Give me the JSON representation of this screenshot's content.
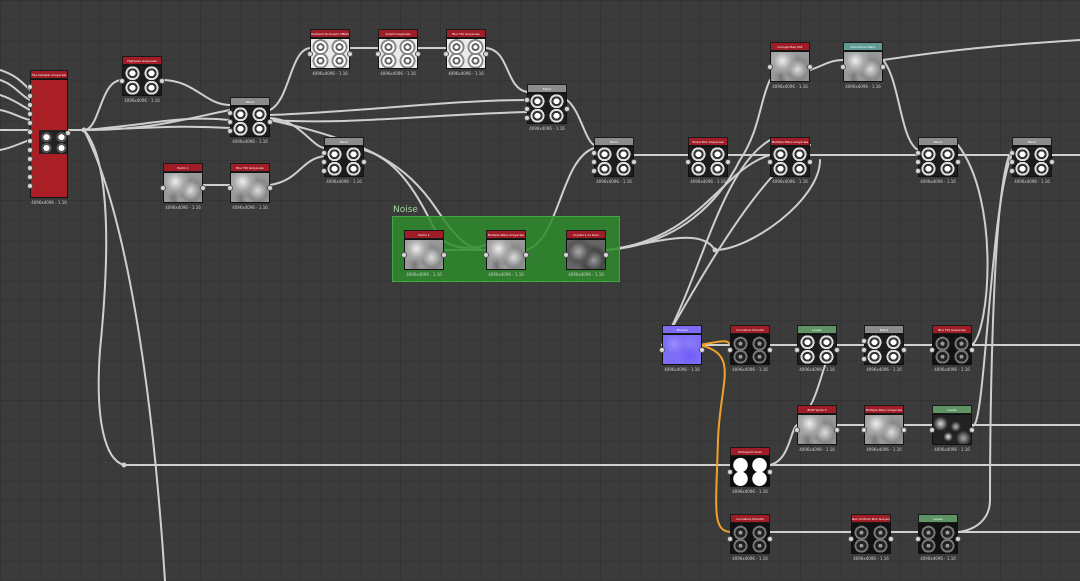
{
  "frame": {
    "title": "Noise"
  },
  "colors": {
    "background": "#3b3b3b",
    "header_red": "#a01d27",
    "header_gray": "#8c8c8c",
    "header_green": "#5e9463",
    "header_teal": "#5f9a93",
    "frame_green": "#2e8c2e",
    "wire": "#cfcfcf",
    "wire_highlight": "#f0a02b"
  },
  "nodes": {
    "tile_sampler_main": {
      "title": "Tile Sampler Grayscale",
      "res": "4096x4096 - 1.16"
    },
    "highpass": {
      "title": "Highpass Grayscale",
      "res": "4096x4096 - 1.16"
    },
    "blend_a": {
      "title": "Blend",
      "res": "4096x4096 - 1.16"
    },
    "ambient_occlusion": {
      "title": "Ambient Occlusion HBAO",
      "res": "4096x4096 - 1.16"
    },
    "invert": {
      "title": "Invert Grayscale",
      "res": "4096x4096 - 1.16"
    },
    "blur_hq_a": {
      "title": "Blur HQ Grayscale",
      "res": "4096x4096 - 1.16"
    },
    "blend_b": {
      "title": "Blend",
      "res": "4096x4096 - 1.16"
    },
    "perlin_a": {
      "title": "Perlin 1",
      "res": "4096x4096 - 1.16"
    },
    "blur_hq_b": {
      "title": "Blur HQ Grayscale",
      "res": "4096x4096 - 1.16"
    },
    "blend_c": {
      "title": "Blend",
      "res": "4096x4096 - 1.16"
    },
    "perlin_b": {
      "title": "Perlin 1",
      "res": "4096x4096 - 1.16"
    },
    "warp_dir_a": {
      "title": "Multiple Warp Grayscale",
      "res": "4096x4096 - 1.16"
    },
    "crystal": {
      "title": "Crystal 1 on Zero",
      "res": "4096x4096 - 1.16"
    },
    "blend_d": {
      "title": "Blend",
      "res": "4096x4096 - 1.16"
    },
    "slope_blur": {
      "title": "Slope Blur Grayscale",
      "res": "4096x4096 - 1.16"
    },
    "warp_dir_b": {
      "title": "Multiple Warp Grayscale",
      "res": "4096x4096 - 1.16"
    },
    "grunge_map": {
      "title": "Grunge Map 001",
      "res": "4096x4096 - 1.16"
    },
    "directional_warp": {
      "title": "Directional Warp",
      "res": "4096x4096 - 1.16"
    },
    "blend_e": {
      "title": "Blend",
      "res": "4096x4096 - 1.16"
    },
    "blend_f": {
      "title": "Blend",
      "res": "4096x4096 - 1.16"
    },
    "normal": {
      "title": "Normal",
      "res": "4096x4096 - 1.16"
    },
    "curvature_a": {
      "title": "Curvature Smooth",
      "res": "4096x4096 - 1.16"
    },
    "levels_a": {
      "title": "Levels",
      "res": "4096x4096 - 1.16"
    },
    "blend_g": {
      "title": "Blend",
      "res": "4096x4096 - 1.16"
    },
    "blur_hq_c": {
      "title": "Blur HQ Grayscale",
      "res": "4096x4096 - 1.16"
    },
    "bnw_spots": {
      "title": "BnW Spots 3",
      "res": "4096x4096 - 1.16"
    },
    "multiple_warp": {
      "title": "Multiple Warp Grayscale",
      "res": "4096x4096 - 1.16"
    },
    "levels_b": {
      "title": "Levels",
      "res": "4096x4096 - 1.16"
    },
    "histogram_scan": {
      "title": "Histogram Scan",
      "res": "4096x4096 - 1.16"
    },
    "curvature_b": {
      "title": "Curvature Smooth",
      "res": "4096x4096 - 1.16"
    },
    "sharpen": {
      "title": "Non Uniform Blur Grayscale",
      "res": "4096x4096 - 1.16"
    },
    "levels_c": {
      "title": "Levels",
      "res": "4096x4096 - 1.16"
    }
  }
}
